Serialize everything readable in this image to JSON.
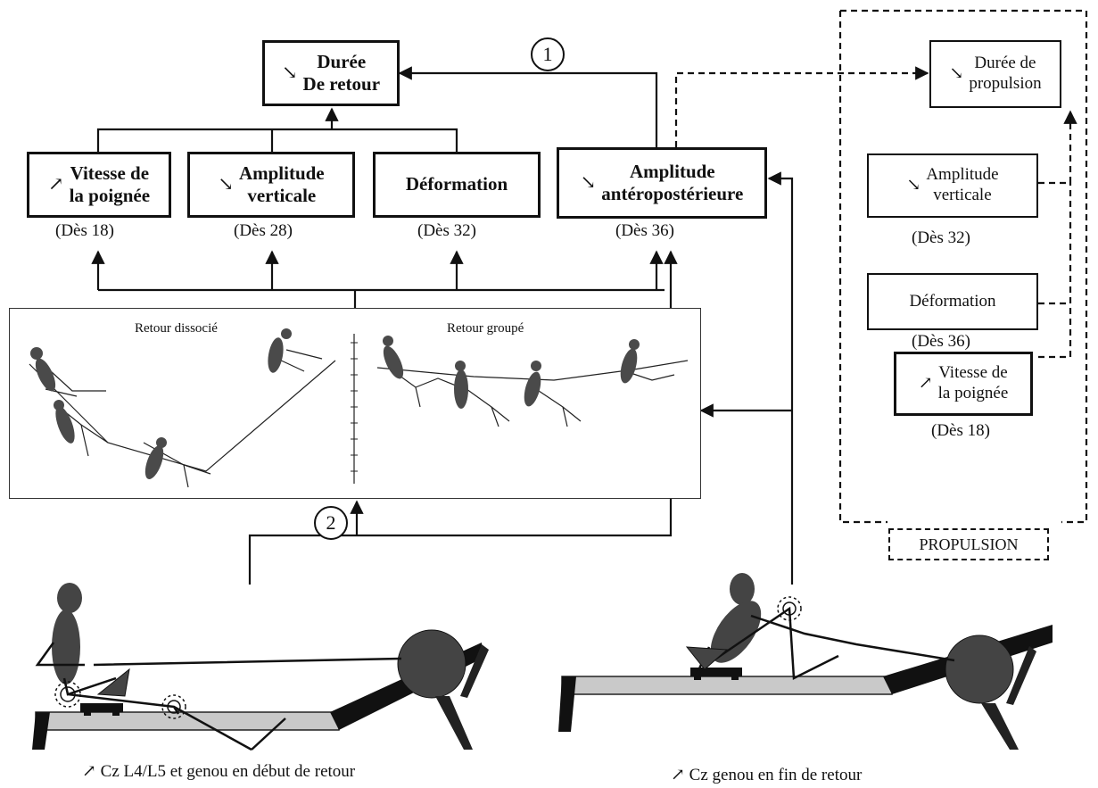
{
  "boxes": {
    "duree_retour": {
      "arrow": "↘",
      "line1": "Durée",
      "line2": "De retour"
    },
    "vitesse_poignee": {
      "arrow": "↗",
      "line1": "Vitesse de",
      "line2": "la poignée"
    },
    "amplitude_verticale": {
      "arrow": "↘",
      "line1": "Amplitude",
      "line2": "verticale"
    },
    "deformation": {
      "text": "Déformation"
    },
    "amplitude_antero": {
      "arrow": "↘",
      "line1": "Amplitude",
      "line2": "antéropostérieure"
    },
    "duree_propulsion": {
      "arrow": "↘",
      "line1": "Durée de",
      "line2": "propulsion"
    },
    "prop_amplitude_verticale": {
      "arrow": "↘",
      "line1": "Amplitude",
      "line2": "verticale"
    },
    "prop_deformation": {
      "text": "Déformation"
    },
    "prop_vitesse_poignee": {
      "arrow": "↗",
      "line1": "Vitesse de",
      "line2": "la poignée"
    }
  },
  "labels": {
    "des18": "(Dès 18)",
    "des28": "(Dès 28)",
    "des32": "(Dès 32)",
    "des36": "(Dès 36)",
    "prop_des32": "(Dès 32)",
    "prop_des36": "(Dès 36)",
    "prop_des18": "(Dès 18)"
  },
  "circles": {
    "one": "1",
    "two": "2"
  },
  "panel": {
    "left_title": "Retour dissocié",
    "right_title": "Retour groupé"
  },
  "propulsion_label": "PROPULSION",
  "captions": {
    "left": "Cz L4/L5 et genou en début de retour",
    "right": "Cz genou en fin de retour",
    "arrow": "↗"
  },
  "colors": {
    "ink": "#111111",
    "rail": "#c9c9c9",
    "body": "#3a3a3a"
  }
}
